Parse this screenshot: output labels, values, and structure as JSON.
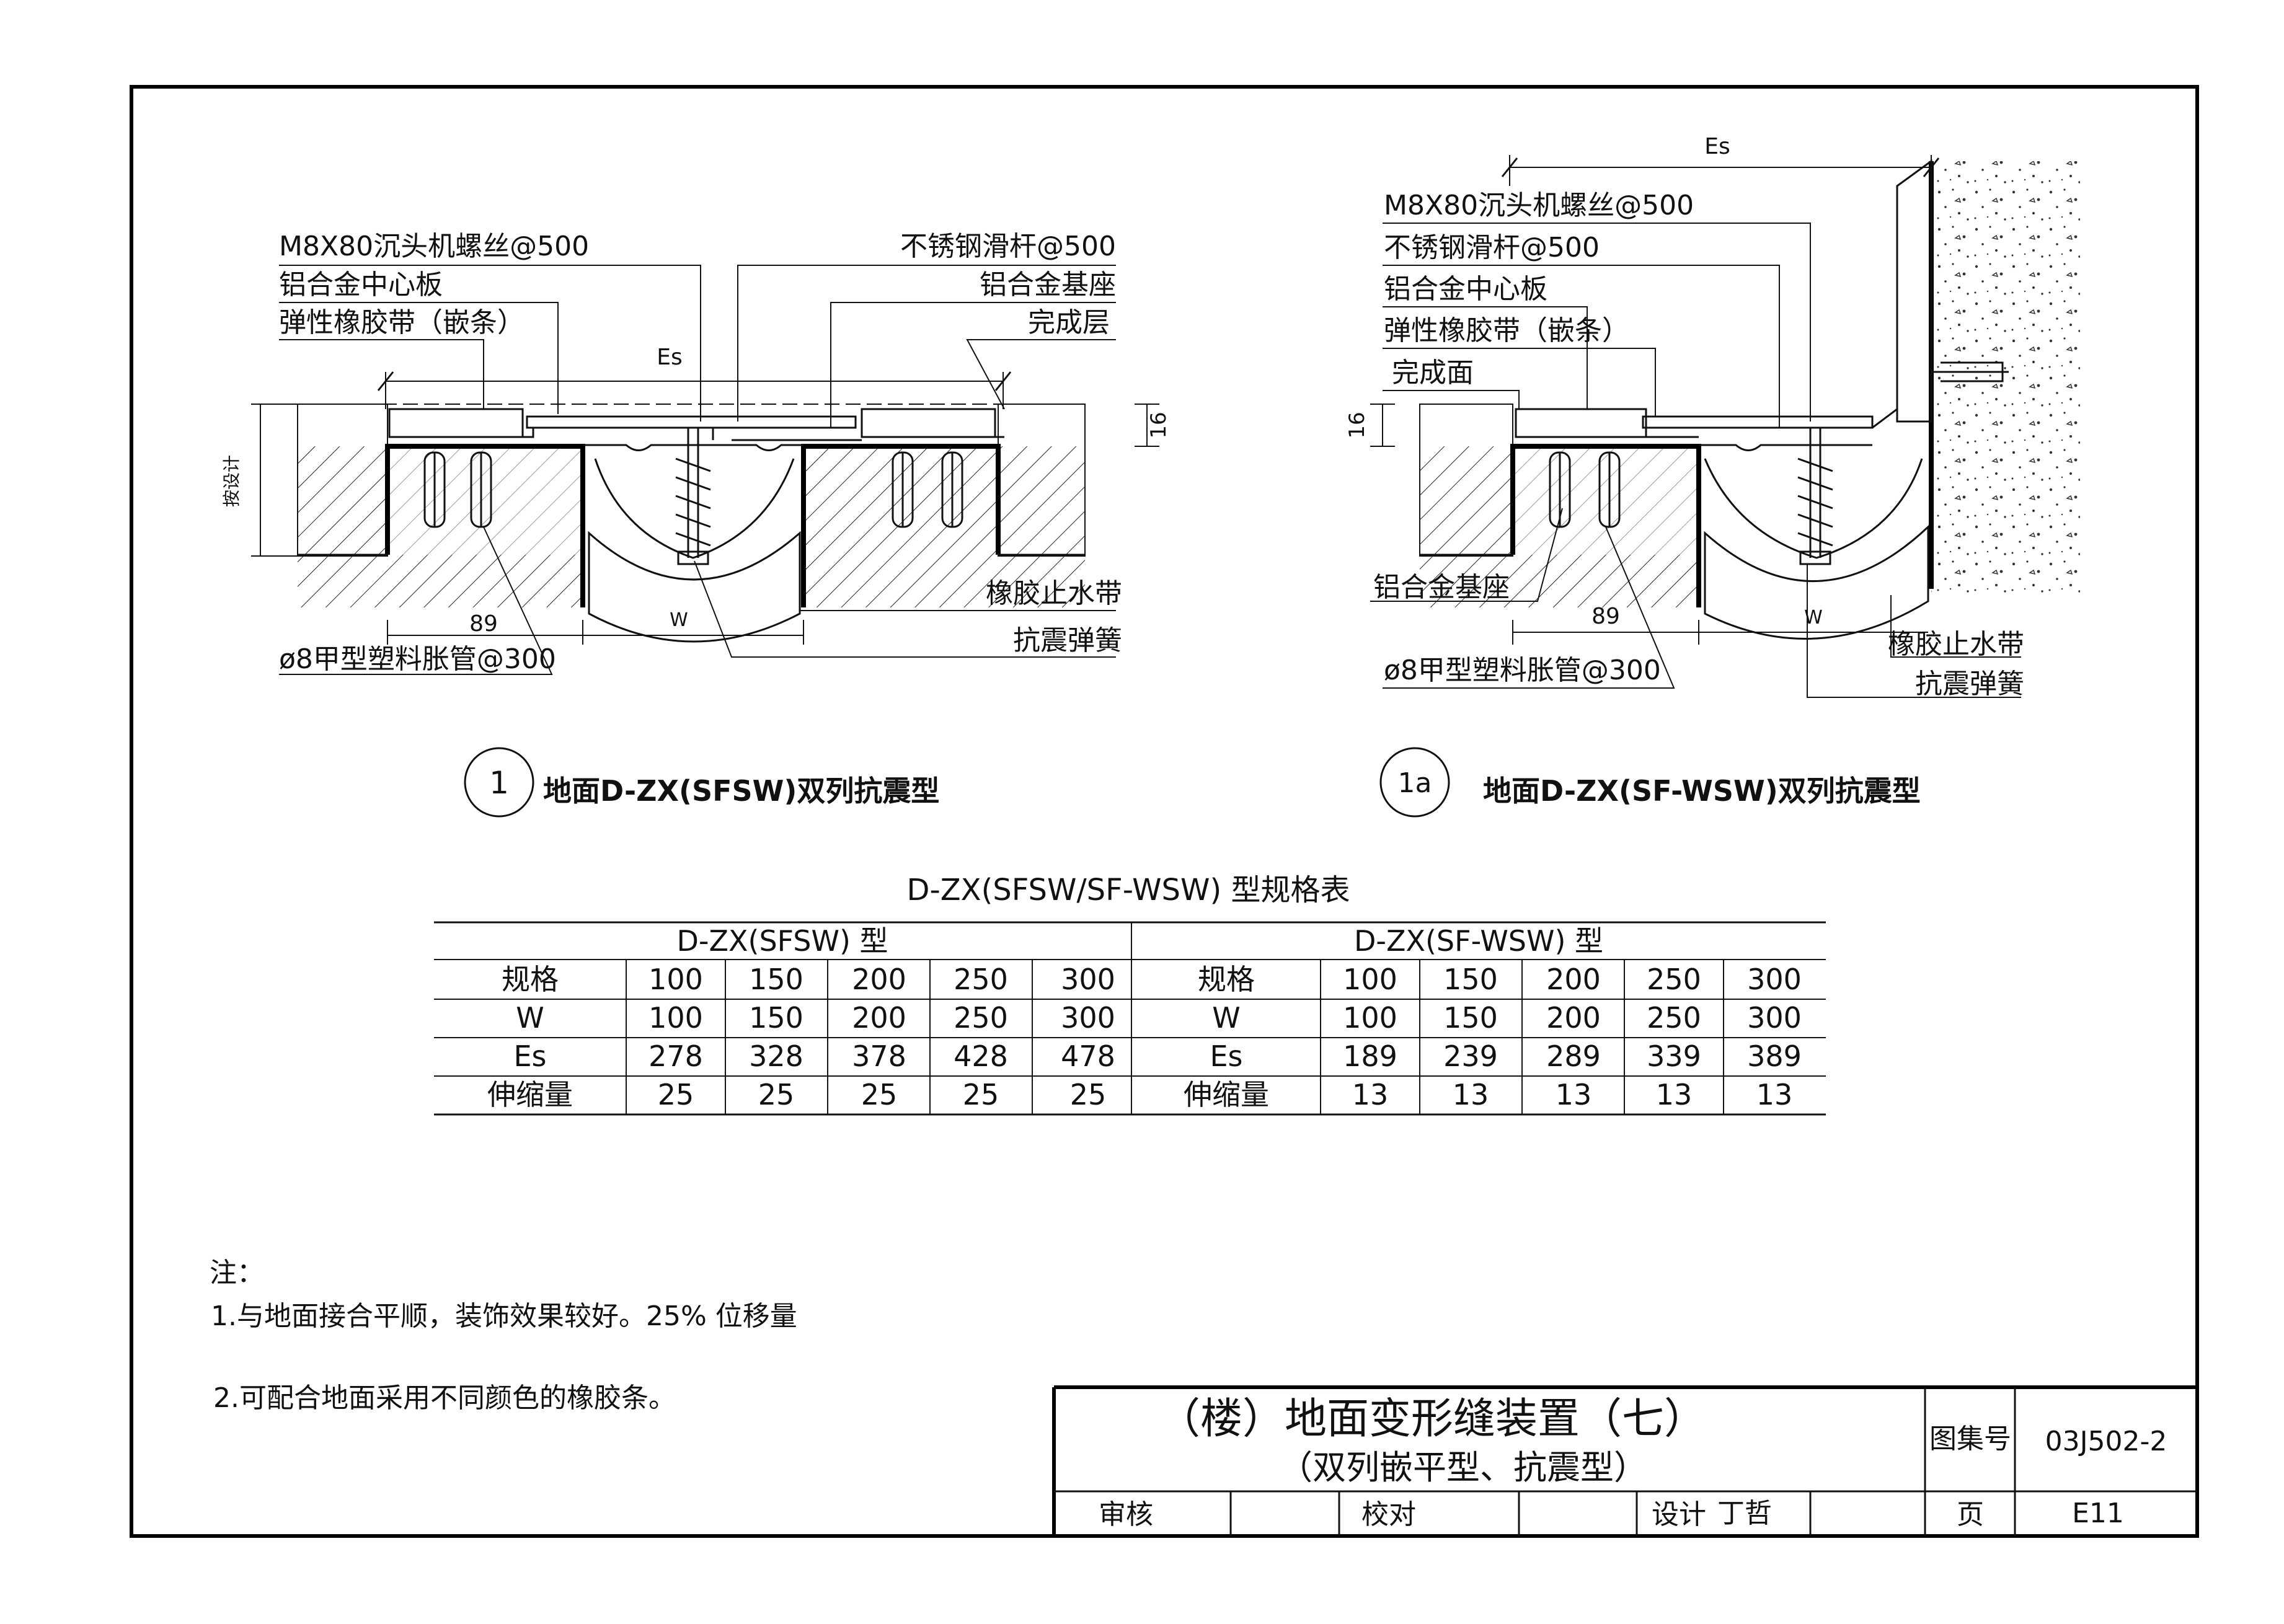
{
  "detail1": {
    "labels": {
      "bolt": "M8X80沉头机螺丝@500",
      "center_plate": "铝合金中心板",
      "rubber_strip": "弹性橡胶带（嵌条）",
      "slide_rod": "不锈钢滑杆@500",
      "base": "铝合金基座",
      "finish": "完成层",
      "by_design": "按设计",
      "es": "Es",
      "dim16": "16",
      "dim89": "89",
      "w": "W",
      "waterstop": "橡胶止水带",
      "spring": "抗震弹簧",
      "anchor": "ø8甲型塑料胀管@300"
    },
    "marker": "1",
    "title": "地面D-ZX(SFSW)双列抗震型"
  },
  "detail1a": {
    "labels": {
      "es": "Es",
      "bolt": "M8X80沉头机螺丝@500",
      "slide_rod": "不锈钢滑杆@500",
      "center_plate": "铝合金中心板",
      "rubber_strip": "弹性橡胶带（嵌条）",
      "finish": "完成面",
      "dim16": "16",
      "base": "铝合金基座",
      "dim89": "89",
      "w": "W",
      "anchor": "ø8甲型塑料胀管@300",
      "waterstop": "橡胶止水带",
      "spring": "抗震弹簧"
    },
    "marker": "1a",
    "title": "地面D-ZX(SF-WSW)双列抗震型"
  },
  "spec_table": {
    "title": "D-ZX(SFSW/SF-WSW) 型规格表",
    "groups": [
      {
        "name": "D-ZX(SFSW) 型",
        "rows": [
          {
            "label": "规格",
            "values": [
              "100",
              "150",
              "200",
              "250",
              "300"
            ]
          },
          {
            "label": "W",
            "values": [
              "100",
              "150",
              "200",
              "250",
              "300"
            ]
          },
          {
            "label": "Es",
            "values": [
              "278",
              "328",
              "378",
              "428",
              "478"
            ]
          },
          {
            "label": "伸缩量",
            "values": [
              "25",
              "25",
              "25",
              "25",
              "25"
            ]
          }
        ]
      },
      {
        "name": "D-ZX(SF-WSW) 型",
        "rows": [
          {
            "label": "规格",
            "values": [
              "100",
              "150",
              "200",
              "250",
              "300"
            ]
          },
          {
            "label": "W",
            "values": [
              "100",
              "150",
              "200",
              "250",
              "300"
            ]
          },
          {
            "label": "Es",
            "values": [
              "189",
              "239",
              "289",
              "339",
              "389"
            ]
          },
          {
            "label": "伸缩量",
            "values": [
              "13",
              "13",
              "13",
              "13",
              "13"
            ]
          }
        ]
      }
    ]
  },
  "notes": {
    "heading": "注：",
    "items": [
      "1.与地面接合平顺，装饰效果较好。25% 位移量",
      "2.可配合地面采用不同颜色的橡胶条。"
    ]
  },
  "title_block": {
    "title_line1": "（楼）地面变形缝装置（七）",
    "title_line2": "（双列嵌平型、抗震型）",
    "atlas_label": "图集号",
    "atlas_no": "03J502-2",
    "review_label": "审核",
    "check_label": "校对",
    "design_label": "设计",
    "designer": "丁哲",
    "page_label": "页",
    "page_no": "E11"
  }
}
